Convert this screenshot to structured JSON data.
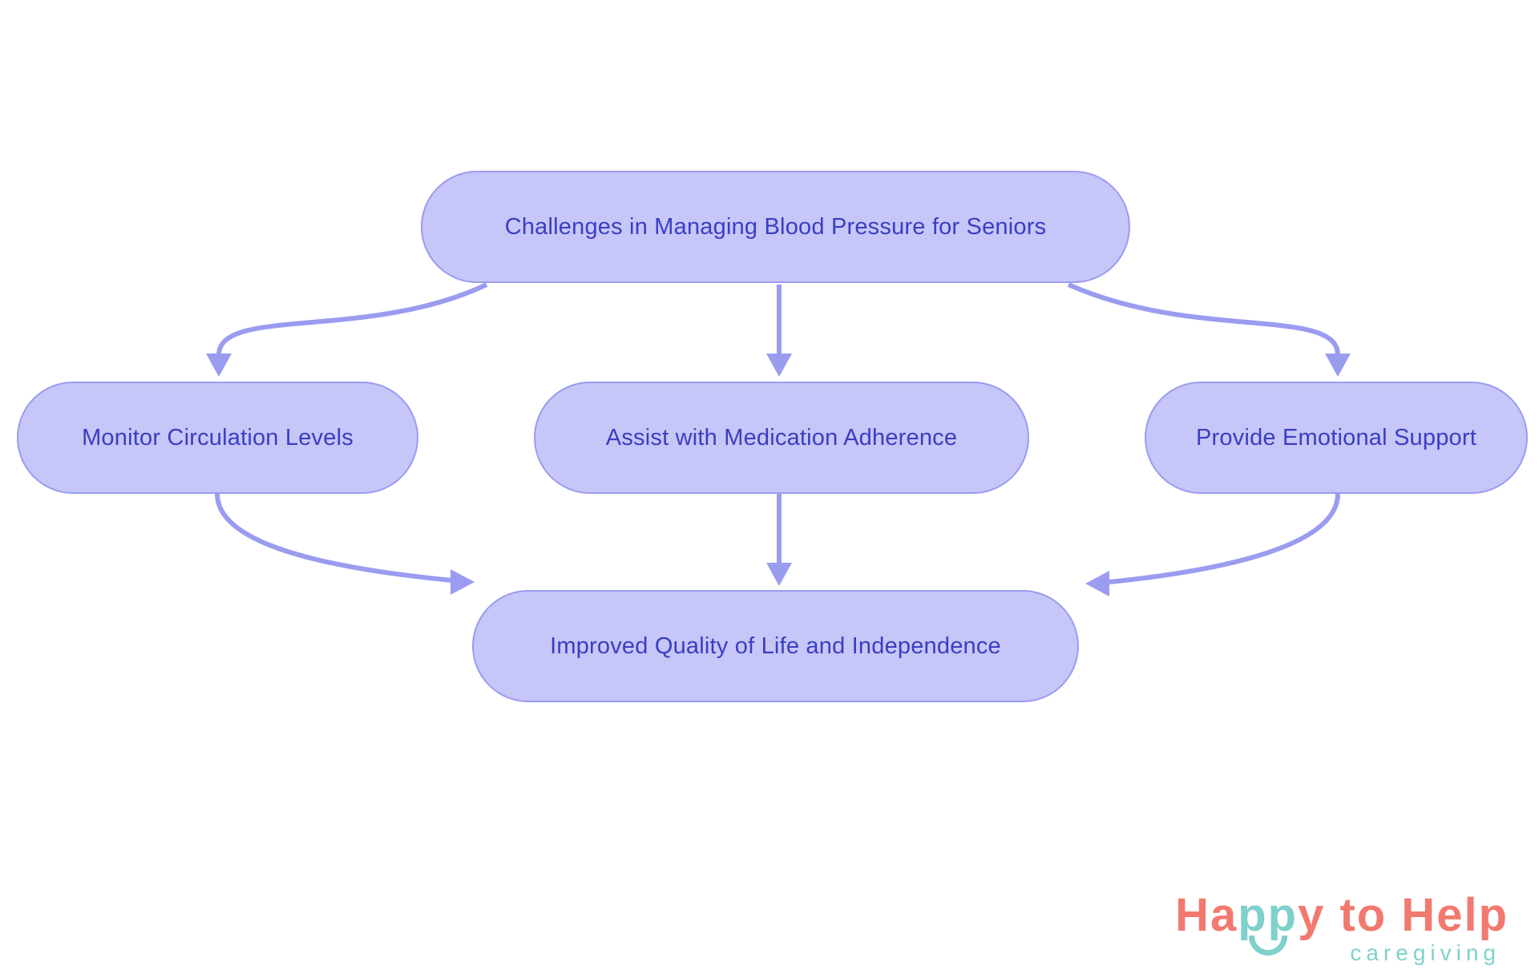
{
  "diagram": {
    "background_color": "#ffffff",
    "node_fill_color": "#c6c6f8",
    "node_border_color": "#9a9cf0",
    "node_text_color": "#3b3ec1",
    "arrow_color": "#9a9cf0",
    "nodes": [
      {
        "id": "challenges",
        "label": "Challenges in Managing Blood Pressure for Seniors"
      },
      {
        "id": "monitor",
        "label": "Monitor Circulation Levels"
      },
      {
        "id": "assist",
        "label": "Assist with Medication Adherence"
      },
      {
        "id": "support",
        "label": "Provide Emotional Support"
      },
      {
        "id": "improved",
        "label": "Improved Quality of Life and Independence"
      }
    ],
    "edges": [
      {
        "from": "challenges",
        "to": "monitor"
      },
      {
        "from": "challenges",
        "to": "assist"
      },
      {
        "from": "challenges",
        "to": "support"
      },
      {
        "from": "monitor",
        "to": "improved"
      },
      {
        "from": "assist",
        "to": "improved"
      },
      {
        "from": "support",
        "to": "improved"
      }
    ]
  },
  "logo": {
    "segments": [
      {
        "text": "Ha",
        "color": "#f2796f"
      },
      {
        "text": "pp",
        "color": "#7fd1cb"
      },
      {
        "text": "y to Help",
        "color": "#f2796f"
      }
    ],
    "tagline": "caregiving",
    "coral": "#f2796f",
    "teal": "#7fd1cb"
  }
}
